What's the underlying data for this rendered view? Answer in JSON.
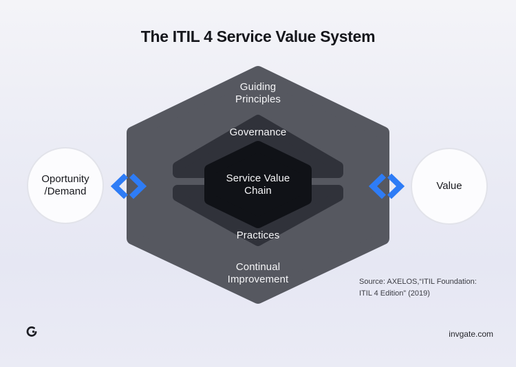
{
  "title": "The ITIL 4 Service Value System",
  "svs": {
    "outer_top_label": "Guiding\nPrinciples",
    "governance_label": "Governance",
    "core_label": "Service Value\nChain",
    "practices_label": "Practices",
    "outer_bottom_label": "Continual\nImprovement"
  },
  "nodes": {
    "input_label": "Oportunity\n/Demand",
    "output_label": "Value"
  },
  "source": {
    "line1": "Source: AXELOS,“ITIL Foundation:",
    "line2": "ITIL 4 Edition” (2019)"
  },
  "footer": {
    "website": "invgate.com",
    "logo": "invgate-logo"
  },
  "icons": {
    "left_flow": "double-chevron-left-right",
    "right_flow": "double-chevron-left-right"
  },
  "colors": {
    "background_top": "#f4f4f8",
    "background_bottom": "#e6e7f3",
    "outer_hexagon": "#565860",
    "middle_hexagon": "#30323a",
    "core_hexagon": "#101217",
    "accent_blue": "#2e7cf6",
    "node_fill": "#fcfcfe",
    "node_border": "#e2e3ea",
    "label_light": "#f5f5f7",
    "title_color": "#16171c"
  }
}
